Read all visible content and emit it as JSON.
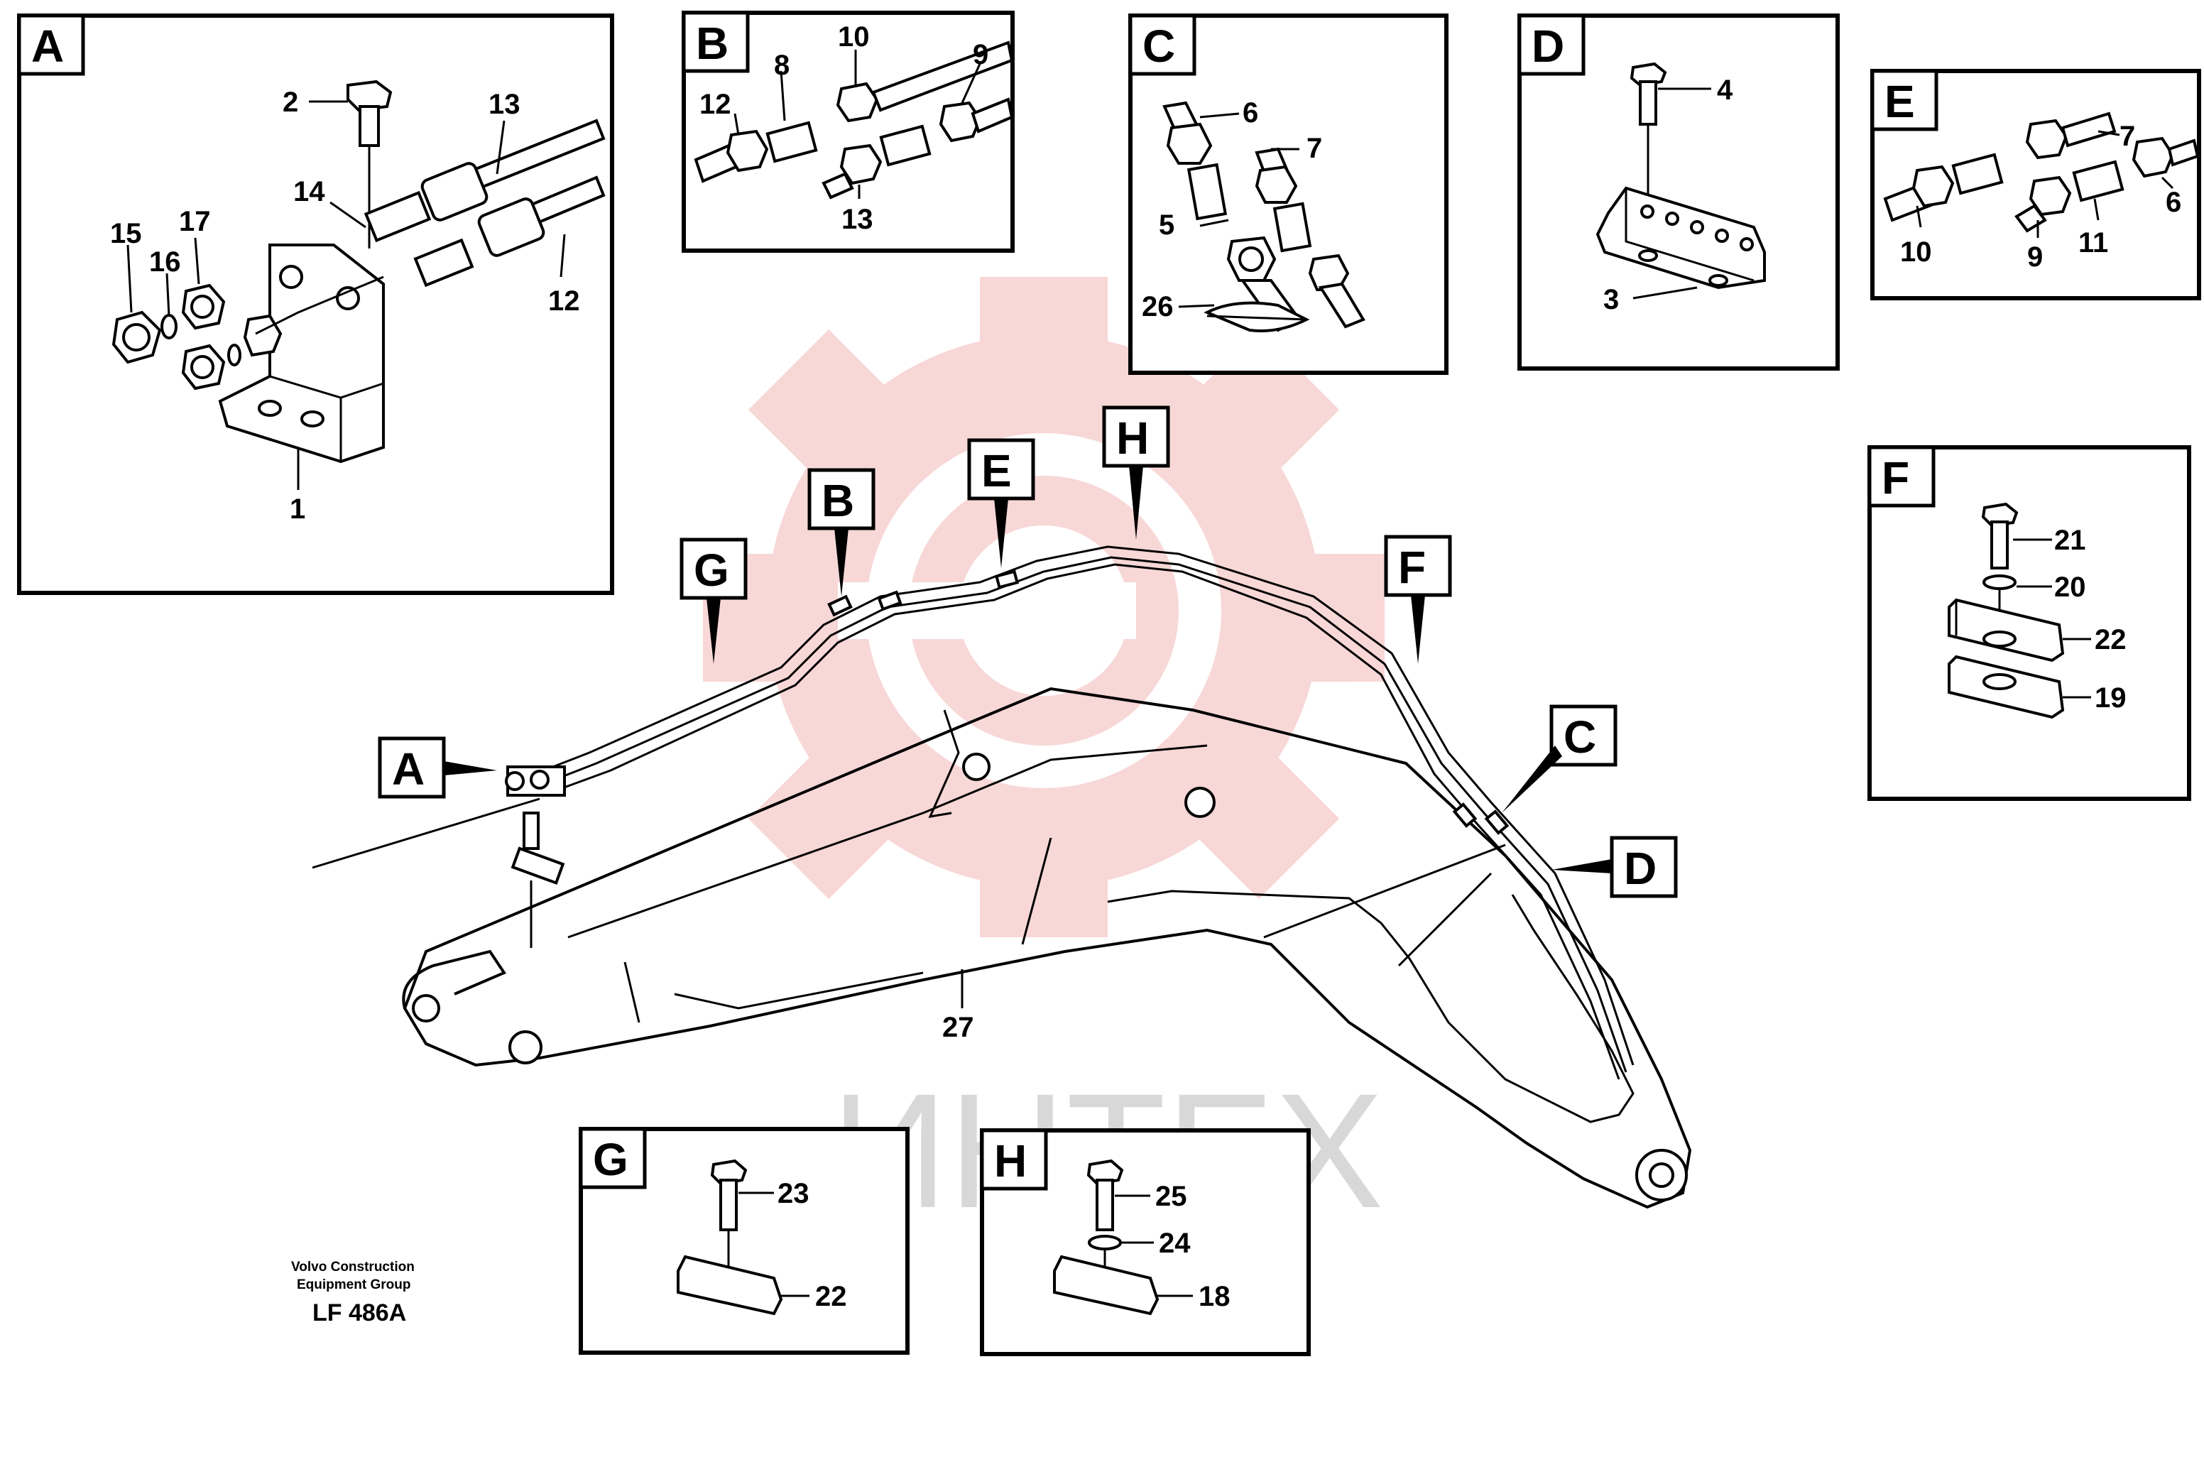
{
  "watermark": {
    "text": "ИНТЕХ",
    "gear_color": "#f4b7b7",
    "text_color": "#d8d8d8"
  },
  "caption": {
    "line1": "Volvo Construction",
    "line2": "Equipment Group",
    "code": "LF 486A"
  },
  "boom_label": "27",
  "callouts": {
    "A": "A",
    "B": "B",
    "C": "C",
    "D": "D",
    "E": "E",
    "F": "F",
    "G": "G",
    "H": "H"
  },
  "panels": {
    "A": {
      "tag": "A",
      "labels": [
        "2",
        "13",
        "14",
        "15",
        "16",
        "17",
        "12",
        "1"
      ]
    },
    "B": {
      "tag": "B",
      "labels": [
        "10",
        "8",
        "9",
        "12",
        "13"
      ]
    },
    "C": {
      "tag": "C",
      "labels": [
        "6",
        "7",
        "5",
        "26"
      ]
    },
    "D": {
      "tag": "D",
      "labels": [
        "4",
        "3"
      ]
    },
    "E": {
      "tag": "E",
      "labels": [
        "7",
        "6",
        "10",
        "9",
        "11"
      ]
    },
    "F": {
      "tag": "F",
      "labels": [
        "21",
        "20",
        "22",
        "19"
      ]
    },
    "G": {
      "tag": "G",
      "labels": [
        "23",
        "22"
      ]
    },
    "H": {
      "tag": "H",
      "labels": [
        "25",
        "24",
        "18"
      ]
    }
  }
}
